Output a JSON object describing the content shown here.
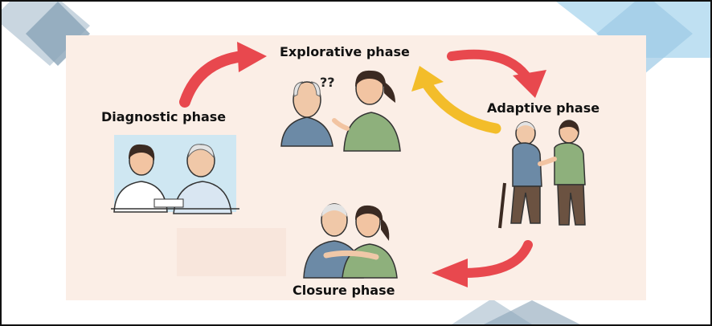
{
  "phases": {
    "explorative": "Explorative phase",
    "diagnostic": "Diagnostic phase",
    "adaptive": "Adaptive phase",
    "closure": "Closure phase"
  },
  "colors": {
    "panel": "#fbeee6",
    "arrow_red": "#e8484e",
    "arrow_yellow": "#f3bd2a",
    "deco_blue": "#9cc9e6",
    "deco_grey": "#8aa4b8"
  }
}
